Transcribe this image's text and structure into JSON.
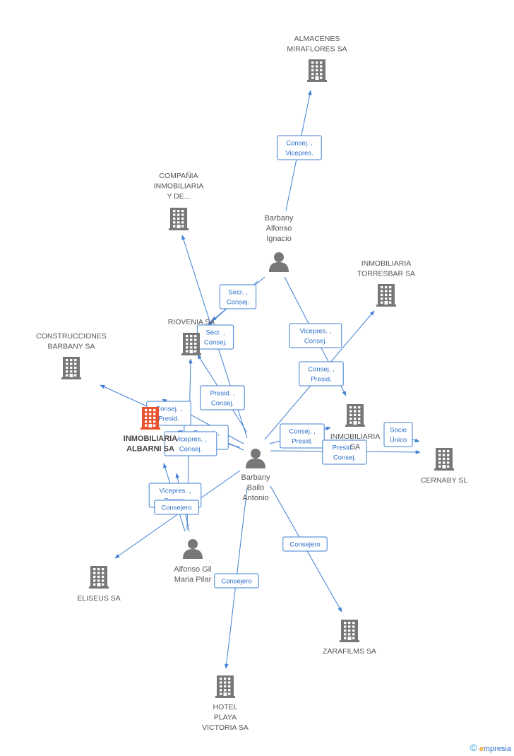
{
  "colors": {
    "edge": "#3f7fd3",
    "node": "#777777",
    "focus": "#e8522e",
    "label": "#555555"
  },
  "nodes": [
    {
      "id": "almacenes",
      "type": "company",
      "lines": [
        "ALMACENES",
        "MIRAFLORES SA"
      ]
    },
    {
      "id": "compania",
      "type": "company",
      "lines": [
        "COMPAÑIA",
        "INMOBILIARIA",
        "Y DE..."
      ]
    },
    {
      "id": "alfonso_ignacio",
      "type": "person",
      "lines": [
        "Barbany",
        "Alfonso",
        "Ignacio"
      ]
    },
    {
      "id": "torresbar",
      "type": "company",
      "lines": [
        "INMOBILIARIA",
        "TORRESBAR SA"
      ]
    },
    {
      "id": "riovenia",
      "type": "company",
      "lines": [
        "RIOVENIA SA"
      ]
    },
    {
      "id": "construcciones",
      "type": "company",
      "lines": [
        "CONSTRUCCIONES",
        "BARBANY SA"
      ]
    },
    {
      "id": "albarni",
      "type": "focus",
      "lines": [
        "INMOBILIARIA",
        "ALBARNI SA"
      ]
    },
    {
      "id": "inmob_sa",
      "type": "company",
      "lines": [
        "INMOBILIARIA",
        "SA"
      ]
    },
    {
      "id": "cernaby",
      "type": "company",
      "lines": [
        "CERNABY SL"
      ]
    },
    {
      "id": "bailo",
      "type": "person",
      "lines": [
        "Barbany",
        "Bailo",
        "Antonio"
      ]
    },
    {
      "id": "alfonso_gil",
      "type": "person",
      "lines": [
        "Alfonso Gil",
        "Maria Pilar"
      ]
    },
    {
      "id": "eliseus",
      "type": "company",
      "lines": [
        "ELISEUS SA"
      ]
    },
    {
      "id": "zarafilms",
      "type": "company",
      "lines": [
        "ZARAFILMS SA"
      ]
    },
    {
      "id": "hotel",
      "type": "company",
      "lines": [
        "HOTEL",
        "PLAYA",
        "VICTORIA SA"
      ]
    }
  ],
  "edges": [
    {
      "from": "alfonso_ignacio",
      "to": "almacenes",
      "label": [
        "Consej. ,",
        "Vicepres."
      ]
    },
    {
      "from": "alfonso_ignacio",
      "to": "riovenia",
      "label": [
        "Secr. ,",
        "Consej."
      ]
    },
    {
      "from": "alfonso_ignacio",
      "to": "riovenia",
      "label": [
        "Secr. ,",
        "Consej."
      ]
    },
    {
      "from": "alfonso_ignacio",
      "to": "inmob_sa",
      "label": [
        "Vicepres. ,",
        "Consej."
      ]
    },
    {
      "from": "bailo",
      "to": "compania",
      "label": []
    },
    {
      "from": "bailo",
      "to": "torresbar",
      "label": [
        "Consej. ,",
        "Presid."
      ]
    },
    {
      "from": "bailo",
      "to": "riovenia",
      "label": [
        "Presid. ,",
        "Consej."
      ]
    },
    {
      "from": "bailo",
      "to": "construcciones",
      "label": []
    },
    {
      "from": "bailo",
      "to": "albarni",
      "label": [
        "Consej. ,",
        "Presid."
      ]
    },
    {
      "from": "bailo",
      "to": "albarni",
      "label": [
        "Consej. ,",
        "Presid."
      ]
    },
    {
      "from": "bailo",
      "to": "inmob_sa",
      "label": [
        "Consej. ,",
        "Presid."
      ]
    },
    {
      "from": "bailo",
      "to": "cernaby",
      "label": [
        "Presid. ,",
        "Consej."
      ]
    },
    {
      "from": "inmob_sa",
      "to": "cernaby",
      "label": [
        "Socio",
        "Único"
      ]
    },
    {
      "from": "bailo",
      "to": "eliseus",
      "label": [
        "Consejero"
      ]
    },
    {
      "from": "bailo",
      "to": "zarafilms",
      "label": [
        "Consejero"
      ]
    },
    {
      "from": "bailo",
      "to": "hotel",
      "label": [
        "Consejero"
      ]
    },
    {
      "from": "alfonso_gil",
      "to": "riovenia",
      "label": [
        "Vicepres. ,",
        "Consej."
      ]
    },
    {
      "from": "alfonso_gil",
      "to": "albarni",
      "label": [
        "Vicepres. ,",
        "Consej."
      ]
    },
    {
      "from": "alfonso_gil",
      "to": "albarni",
      "label": [
        "Consejero"
      ]
    }
  ],
  "watermark": {
    "copyright": "©",
    "brand_initial": "e",
    "brand_rest": "mpresia"
  }
}
